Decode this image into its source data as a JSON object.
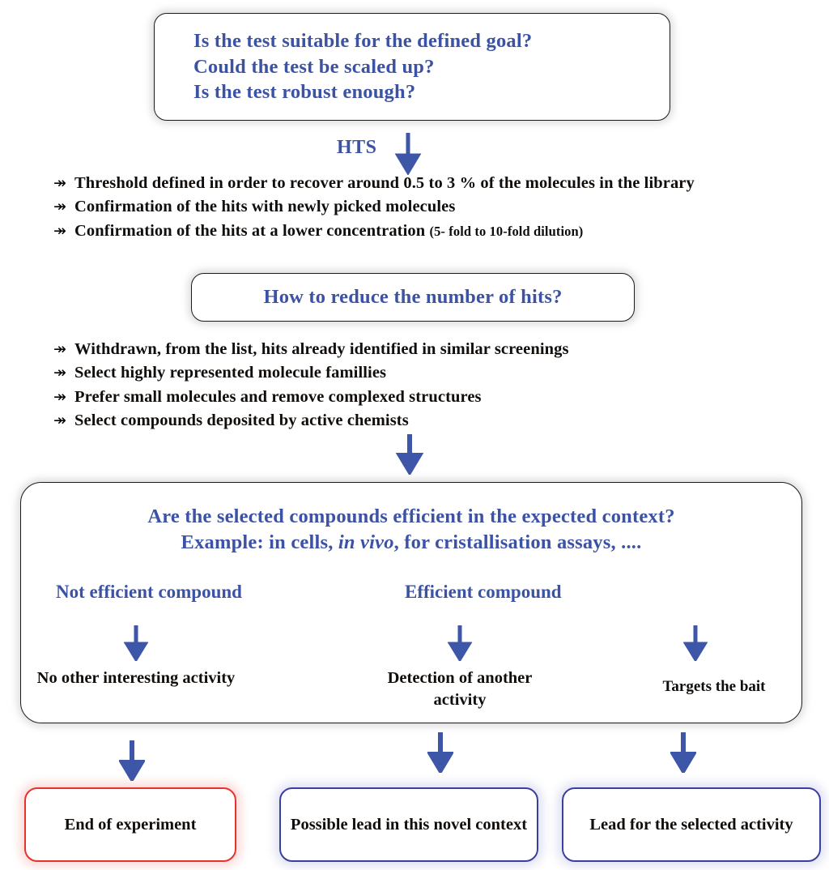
{
  "colors": {
    "blue_text": "#3b52a5",
    "black_text": "#110d0a",
    "arrow_blue": "#3d56a8",
    "red_border": "#e8332a",
    "blue_border": "#3b3fa0"
  },
  "box_questions": {
    "lines": [
      "Is the test suitable for the defined goal?",
      "Could the test be scaled up?",
      "Is the test robust enough?"
    ]
  },
  "hts": {
    "label": "HTS"
  },
  "bullets_hts": [
    {
      "glyph": "↠",
      "text": "Threshold defined in order to recover around 0.5 to 3 % of the molecules in the library"
    },
    {
      "glyph": "↠",
      "text": "Confirmation of  the hits with newly picked molecules"
    },
    {
      "glyph": "↠",
      "text": "Confirmation of the hits at a lower concentration ",
      "small": "(5- fold to 10-fold dilution)"
    }
  ],
  "box_reduce": {
    "text": "How to reduce the number of hits?"
  },
  "bullets_reduce": [
    {
      "glyph": "↠",
      "text": "Withdrawn, from the list, hits already identified in similar screenings"
    },
    {
      "glyph": "↠",
      "text": "Select highly represented molecule famillies"
    },
    {
      "glyph": "↠",
      "text": "Prefer small molecules and remove complexed structures"
    },
    {
      "glyph": "↠",
      "text": "Select compounds deposited by active chemists"
    }
  ],
  "box_big": {
    "question_line_1": "Are the selected compounds efficient in the expected context?",
    "question_line_2_pre": "Example: in cells, ",
    "question_line_2_italic": "in vivo",
    "question_line_2_post": ", for cristallisation assays, ....",
    "label_not_efficient": "Not efficient compound",
    "label_efficient": "Efficient compound",
    "leaf_no_other": "No other interesting activity",
    "leaf_detection": "Detection of another activity",
    "leaf_targets": "Targets the bait"
  },
  "box_end": {
    "text": "End of experiment"
  },
  "box_possible": {
    "text": "Possible lead in this novel context"
  },
  "box_lead": {
    "text": "Lead for the selected activity"
  }
}
